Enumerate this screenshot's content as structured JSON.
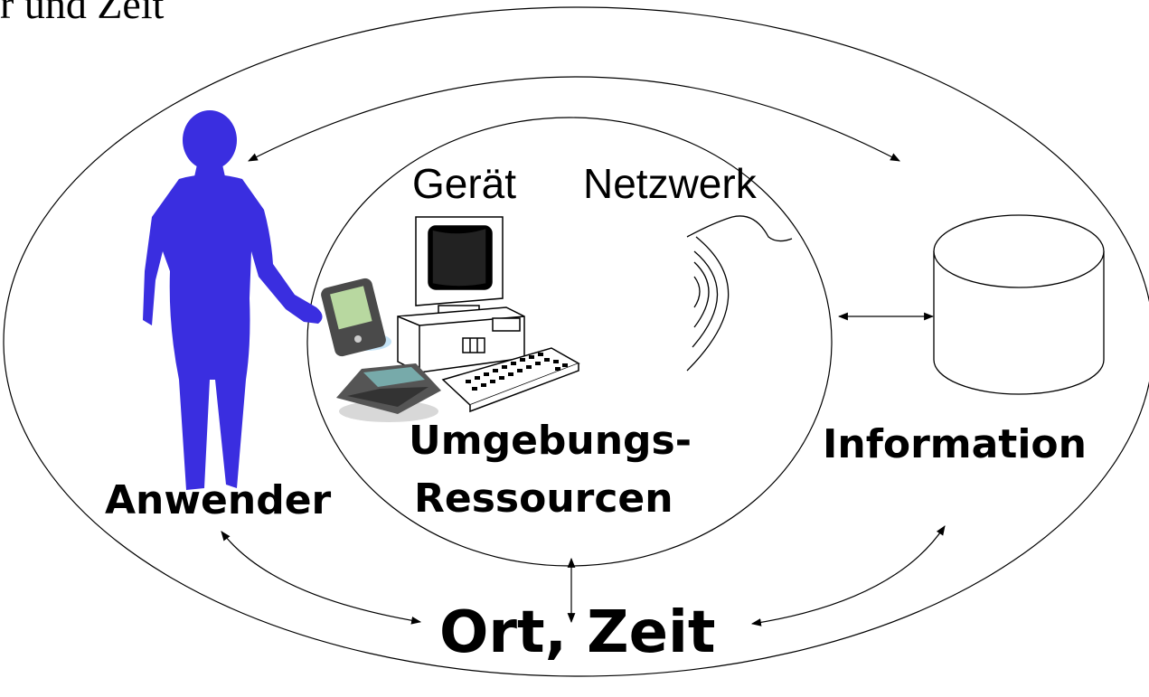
{
  "title": "r und Zeit",
  "labels": {
    "device": "Gerät",
    "network": "Netzwerk",
    "resources_line1": "Umgebungs-",
    "resources_line2": "Ressourcen",
    "information": "Information",
    "user": "Anwender",
    "place_time": "Ort, Zeit"
  },
  "colors": {
    "person": "#3a2ee0",
    "line": "#000000",
    "background": "#ffffff"
  },
  "icons": [
    "person-silhouette-icon",
    "computer-icon",
    "pda-icon",
    "handheld-keyboard-icon",
    "wireless-signal-icon",
    "database-cylinder-icon"
  ]
}
